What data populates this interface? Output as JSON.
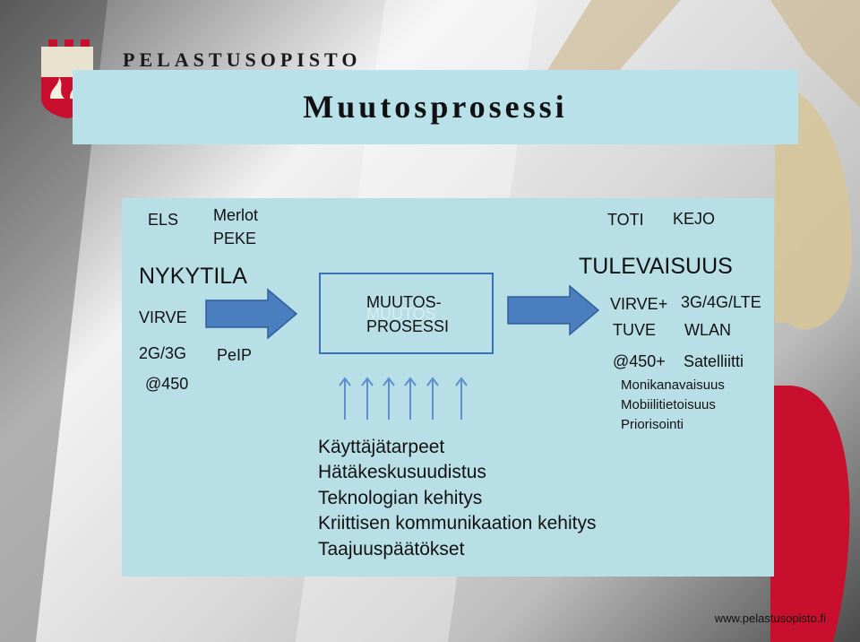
{
  "header": {
    "logo_text": "PELASTUSOPISTO",
    "title": "Muutosprosessi"
  },
  "diagram": {
    "current": {
      "top_labels": [
        "ELS",
        "Merlot",
        "PEKE"
      ],
      "heading": "NYKYTILA",
      "items": [
        "VIRVE",
        "2G/3G",
        "PeIP",
        "@450"
      ]
    },
    "process": {
      "line1": "MUUTOS-",
      "line2": "PROSESSI",
      "ghost": "MUUTOS"
    },
    "future": {
      "top_labels": [
        "TOTI",
        "KEJO"
      ],
      "heading": "TULEVAISUUS",
      "items": [
        "VIRVE+",
        "3G/4G/LTE",
        "TUVE",
        "WLAN",
        "@450+",
        "Satelliitti"
      ],
      "features": [
        "Monikanavaisuus",
        "Mobiilitietoisuus",
        "Priorisointi"
      ]
    },
    "drivers": [
      "Käyttäjätarpeet",
      "Hätäkeskusuudistus",
      "Teknologian kehitys",
      "Kriittisen kommunikaation kehitys",
      "Taajuuspäätökset"
    ]
  },
  "footer": {
    "url": "www.pelastusopisto.fi"
  },
  "colors": {
    "panel": "#b8dfe6",
    "arrow": "#4a7ebf",
    "arrow_border": "#2f5f9a"
  }
}
